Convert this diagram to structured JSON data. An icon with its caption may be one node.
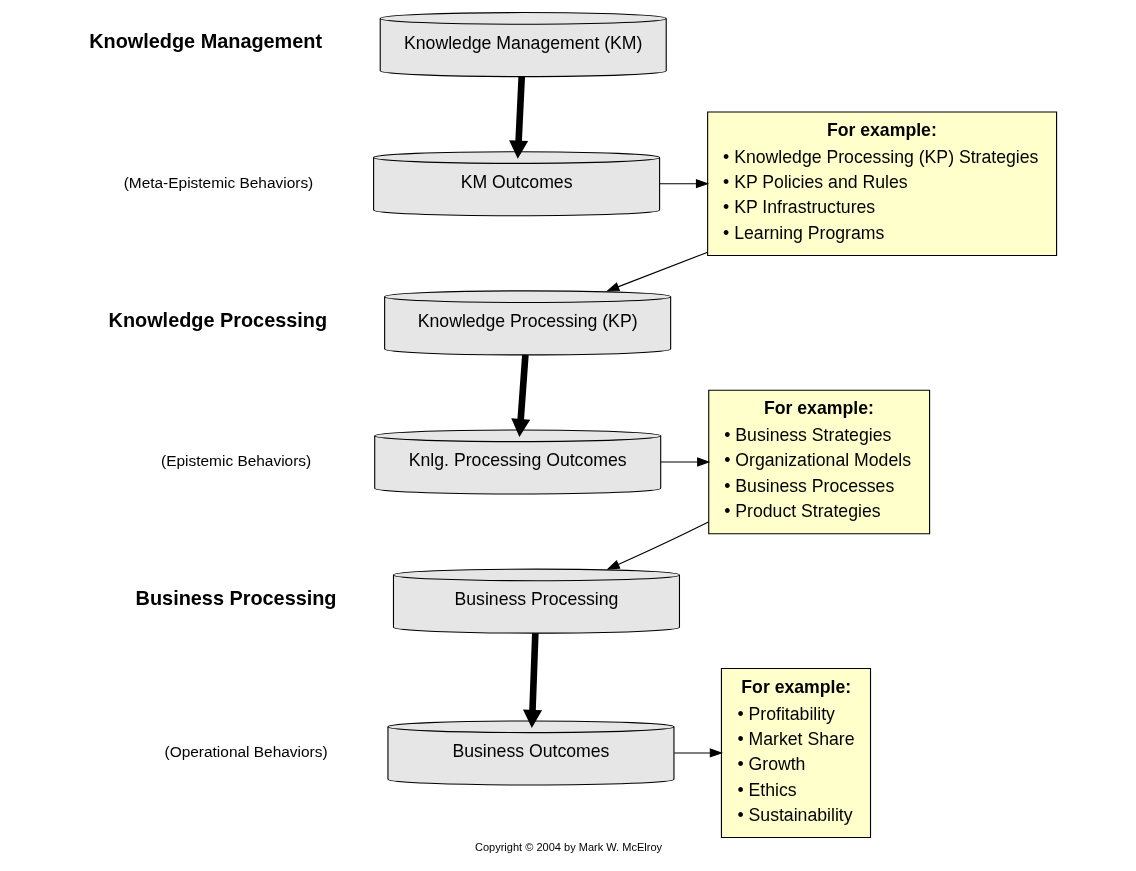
{
  "diagram": {
    "caption": "Copyright © 2004 by Mark W. McElroy",
    "nodes": [
      {
        "text": [
          "Knowledge Management (KM)"
        ]
      },
      {
        "text": [
          "KM Outcomes"
        ]
      },
      {
        "text": [
          "For example:",
          "• Knowledge Processing (KP) Strategies",
          "• KP Policies and Rules",
          "• KP Infrastructures",
          "• Learning Programs"
        ]
      },
      {
        "text": [
          "Knowledge Processing (KP)"
        ]
      },
      {
        "text": [
          "Knlg. Processing Outcomes"
        ]
      },
      {
        "text": [
          "For example:",
          "• Business Strategies",
          "• Organizational Models",
          "• Business Processes",
          "• Product Strategies"
        ]
      },
      {
        "text": [
          "Business Processing"
        ]
      },
      {
        "text": [
          "Business Outcomes"
        ]
      },
      {
        "text": [
          "For example:",
          "• Profitability",
          "• Market Share",
          "• Growth",
          "• Ethics",
          "• Sustainability"
        ]
      }
    ],
    "edges": [
      {
        "from": 0,
        "to": 1,
        "arrow": "to",
        "style": "thick"
      },
      {
        "from": 1,
        "to": 2,
        "arrow": "to"
      },
      {
        "from": 2,
        "to": 3,
        "arrow": "to"
      },
      {
        "from": 3,
        "to": 4,
        "arrow": "to",
        "style": "thick"
      },
      {
        "from": 4,
        "to": 5,
        "arrow": "to"
      },
      {
        "from": 5,
        "to": 6,
        "arrow": "to"
      },
      {
        "from": 6,
        "to": 7,
        "arrow": "to",
        "style": "thick"
      },
      {
        "from": 7,
        "to": 8,
        "arrow": "to"
      }
    ],
    "labels": [
      "Knowledge Management",
      "(Meta-Epistemic Behaviors)",
      "Knowledge Processing",
      "(Epistemic Behaviors)",
      "Business Processing",
      "(Operational Behaviors)"
    ]
  }
}
